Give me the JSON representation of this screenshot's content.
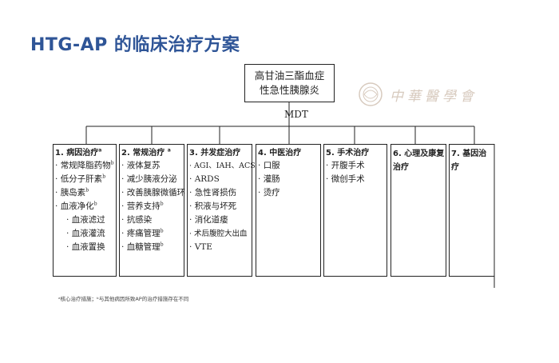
{
  "title": "HTG-AP 的临床治疗方案",
  "top_box": {
    "line1": "高甘油三酯血症",
    "line2": "性急性胰腺炎"
  },
  "mdt_label": "MDT",
  "watermark_text": "中華醫學會",
  "categories": [
    {
      "header": "1. 病因治疗",
      "header_sup": "a",
      "items": [
        {
          "text": "常规降脂药物",
          "sup": "b",
          "sub": false
        },
        {
          "text": "低分子肝素",
          "sup": "b",
          "sub": false
        },
        {
          "text": "胰岛素",
          "sup": "b",
          "sub": false
        },
        {
          "text": "血液净化",
          "sup": "b",
          "sub": false
        },
        {
          "text": "血液滤过",
          "sup": "",
          "sub": true
        },
        {
          "text": "血液灌流",
          "sup": "",
          "sub": true
        },
        {
          "text": "血液置换",
          "sup": "",
          "sub": true
        }
      ]
    },
    {
      "header": "2. 常规治疗",
      "header_sup": "a",
      "items": [
        {
          "text": "液体复苏",
          "sup": "",
          "sub": false
        },
        {
          "text": "减少胰液分泌",
          "sup": "",
          "sub": false
        },
        {
          "text": "改善胰腺微循环",
          "sup": "",
          "sub": false
        },
        {
          "text": "营养支持",
          "sup": "b",
          "sub": false
        },
        {
          "text": "抗感染",
          "sup": "",
          "sub": false
        },
        {
          "text": "疼痛管理",
          "sup": "b",
          "sub": false
        },
        {
          "text": "血糖管理",
          "sup": "b",
          "sub": false
        }
      ]
    },
    {
      "header": "3. 并发症治疗",
      "header_sup": "",
      "items": [
        {
          "text": "AGI、IAH、ACS",
          "sup": "",
          "sub": false
        },
        {
          "text": "ARDS",
          "sup": "",
          "sub": false
        },
        {
          "text": "急性肾损伤",
          "sup": "",
          "sub": false
        },
        {
          "text": "积液与坏死",
          "sup": "",
          "sub": false
        },
        {
          "text": "消化道瘘",
          "sup": "",
          "sub": false
        },
        {
          "text": "术后腹腔大出血",
          "sup": "",
          "sub": false
        },
        {
          "text": "VTE",
          "sup": "",
          "sub": false
        }
      ]
    },
    {
      "header": "4. 中医治疗",
      "header_sup": "",
      "items": [
        {
          "text": "口服",
          "sup": "",
          "sub": false
        },
        {
          "text": "灌肠",
          "sup": "",
          "sub": false
        },
        {
          "text": "烫疗",
          "sup": "",
          "sub": false
        }
      ]
    },
    {
      "header": "5. 手术治疗",
      "header_sup": "",
      "items": [
        {
          "text": "开腹手术",
          "sup": "",
          "sub": false
        },
        {
          "text": "微创手术",
          "sup": "",
          "sub": false
        }
      ]
    },
    {
      "header": "6. 心理及康复治疗",
      "header_sup": "",
      "items": []
    },
    {
      "header": "7. 基因治疗",
      "header_sup": "",
      "items": []
    }
  ],
  "footnote": "ᵃ核心治疗措施；ᵇ与其他病因所致AP的治疗措施存在不同"
}
